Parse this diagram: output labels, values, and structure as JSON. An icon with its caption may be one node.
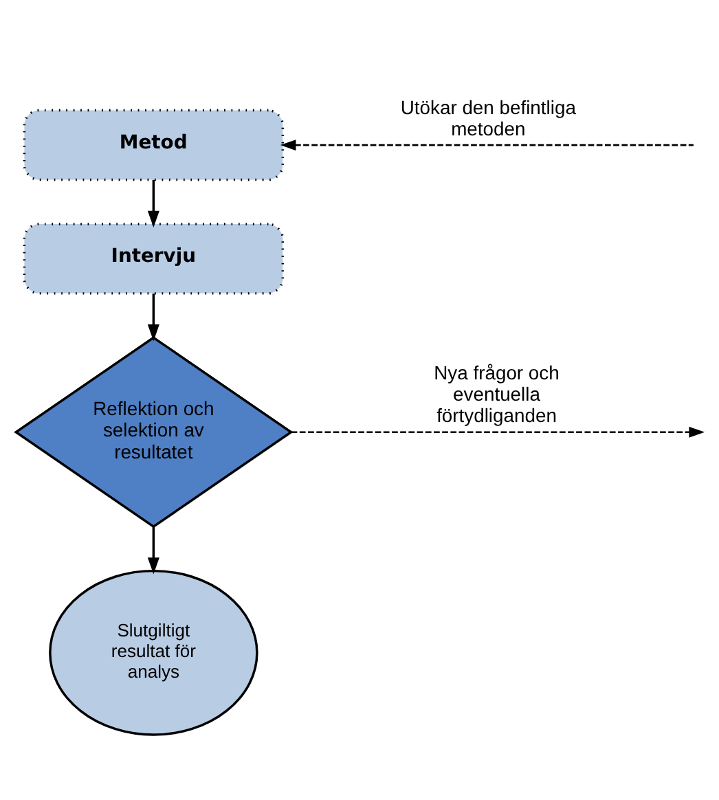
{
  "diagram": {
    "nodes": [
      {
        "text": [
          "Metod"
        ]
      },
      {
        "text": [
          "Intervju"
        ]
      },
      {
        "text": [
          "Reflektion och selektion av resultatet"
        ]
      },
      {
        "text": [
          "Slutgiltigt resultat för analys"
        ]
      }
    ],
    "edges": [
      {
        "from": 0,
        "to": 1,
        "arrow": "to"
      },
      {
        "from": 1,
        "to": 2,
        "arrow": "to"
      },
      {
        "from": 2,
        "to": 3,
        "arrow": "to"
      },
      {
        "from": 2,
        "to": null,
        "arrow": "to",
        "style": "dashed",
        "label": "Nya frågor och eventuella förtydliganden"
      },
      {
        "from": null,
        "to": 0,
        "arrow": "to",
        "style": "dashed",
        "label": "Utökar den befintliga metoden"
      }
    ]
  }
}
